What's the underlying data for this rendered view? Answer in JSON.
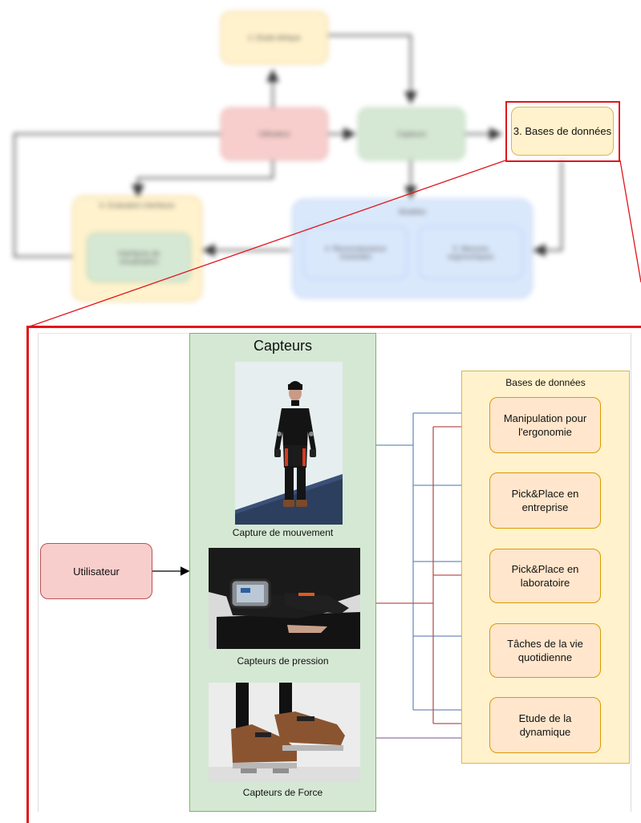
{
  "overview": {
    "ethics": "2. Etude éthique",
    "user": "Utilisateur",
    "sensors": "Capteurs",
    "databases": "3. Bases de données",
    "evaluation_group": "6. Evaluation interfaces",
    "visualisation": "Interfaces de\nvisualisation",
    "models_group": "Modèles",
    "activity_recognition": "4. Reconnaissance\nd'activités",
    "ergonomic_measures": "5. Mesures\nergonomiques"
  },
  "detail": {
    "user_label": "Utilisateur",
    "sensors_title": "Capteurs",
    "motion_caption": "Capture de mouvement",
    "pressure_caption": "Capteurs de pression",
    "force_caption": "Capteurs de Force",
    "databases_title": "Bases de données",
    "databases": [
      "Manipulation pour\nl'ergonomie",
      "Pick&Place en\nentreprise",
      "Pick&Place en\nlaboratoire",
      "Tâches de la vie\nquotidienne",
      "Etude de la\ndynamique"
    ]
  },
  "colors": {
    "highlight": "#e0151b",
    "motion_link": "#6c8ebf",
    "pressure_link": "#b85450",
    "force_link": "#9673a6",
    "sensors_fill": "#d5e8d4",
    "databases_fill": "#fff2cc",
    "user_fill": "#f8cecc"
  }
}
